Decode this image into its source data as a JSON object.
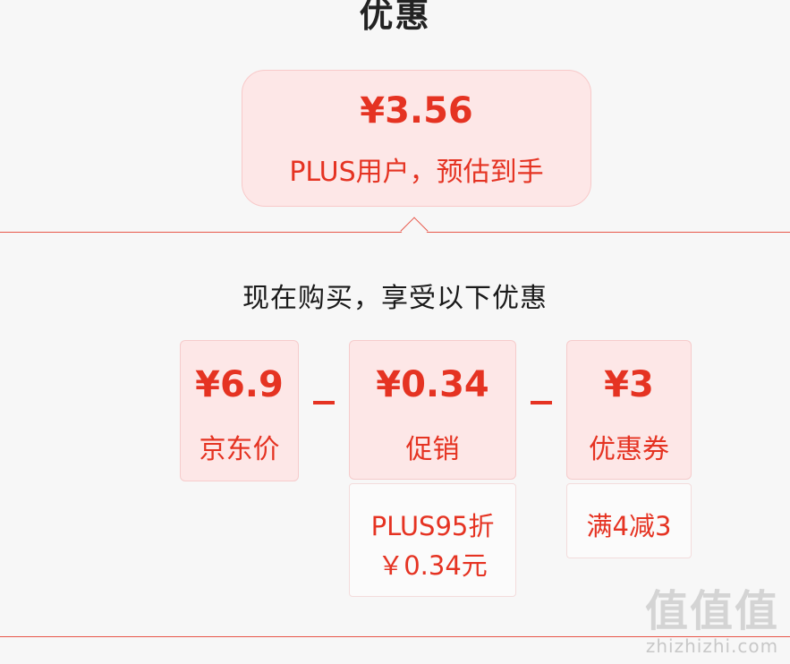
{
  "header": {
    "title": "优惠"
  },
  "summary": {
    "price": "¥3.56",
    "caption": "PLUS用户，预估到手"
  },
  "breakdown": {
    "headline": "现在购买，享受以下优惠",
    "items": [
      {
        "amount": "¥6.9",
        "label": "京东价"
      },
      {
        "amount": "¥0.34",
        "label": "促销",
        "detail": [
          "PLUS95折",
          "￥0.34元"
        ]
      },
      {
        "amount": "¥3",
        "label": "优惠券",
        "detail": [
          "满4减3"
        ]
      }
    ]
  },
  "watermark": {
    "mark": "值值值",
    "site": "zhizhizhi.com"
  },
  "colors": {
    "accent": "#e53322",
    "card_bg": "#fde7e7",
    "page_bg": "#f7f7f7"
  }
}
